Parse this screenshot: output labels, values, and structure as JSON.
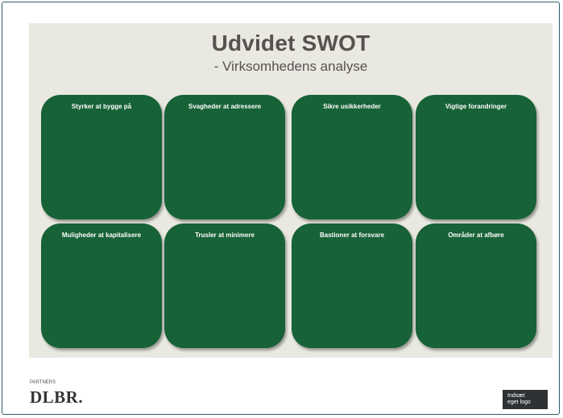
{
  "slide": {
    "title": "Udvidet SWOT",
    "subtitle": "- Virksomhedens analyse"
  },
  "boxes": [
    {
      "label": "Styrker at bygge på"
    },
    {
      "label": "Svagheder at adressere"
    },
    {
      "label": "Sikre usikkerheder"
    },
    {
      "label": "Vigtige forandringer"
    },
    {
      "label": "Muligheder at kapitalisere"
    },
    {
      "label": "Trusler at minimere"
    },
    {
      "label": "Bastioner at forsvare"
    },
    {
      "label": "Områder at afbøre"
    }
  ],
  "footer": {
    "logo_small": "PARTNERS",
    "logo_main": "DLBR.",
    "logo_slot_line1": "Indsæt",
    "logo_slot_line2": "eget logo"
  },
  "colors": {
    "box_fill": "#176236",
    "background": "#e9e8e1",
    "title_text": "#55524f"
  }
}
